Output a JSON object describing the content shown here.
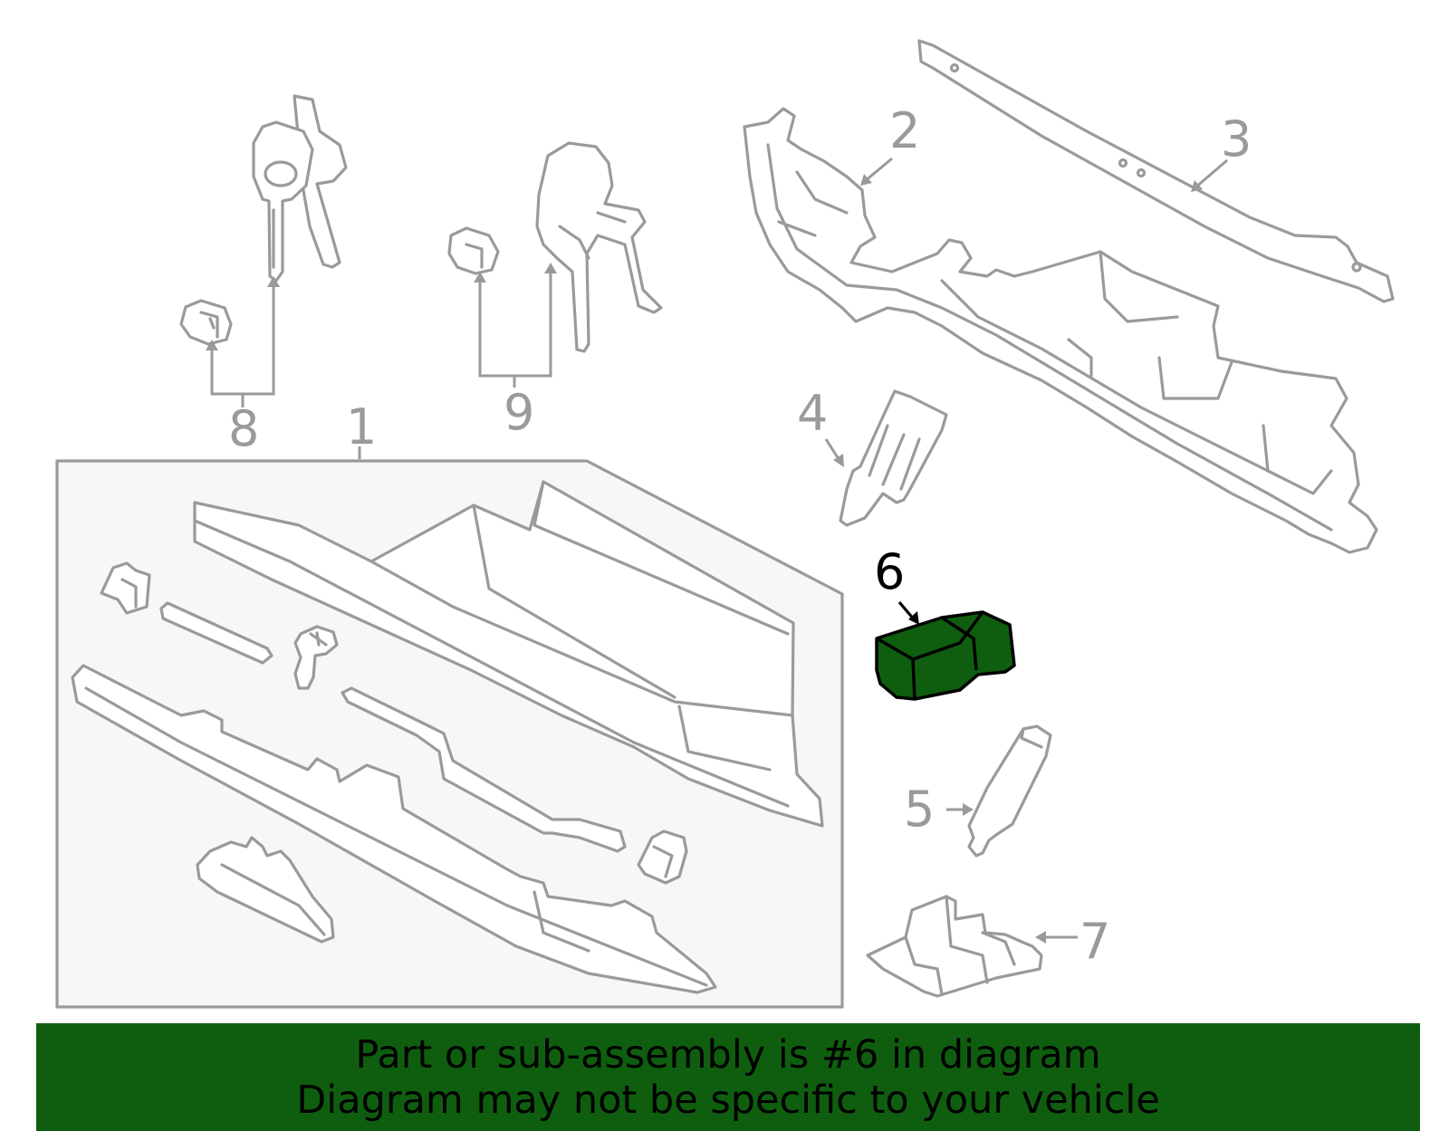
{
  "callouts": {
    "c1": "1",
    "c2": "2",
    "c3": "3",
    "c4": "4",
    "c5": "5",
    "c6": "6",
    "c7": "7",
    "c8": "8",
    "c9": "9"
  },
  "highlight": {
    "part": "6",
    "color": "#0f5e0f"
  },
  "banner": {
    "line1": "Part or sub-assembly is #6 in diagram",
    "line2": "Diagram may not be specific to your vehicle"
  }
}
